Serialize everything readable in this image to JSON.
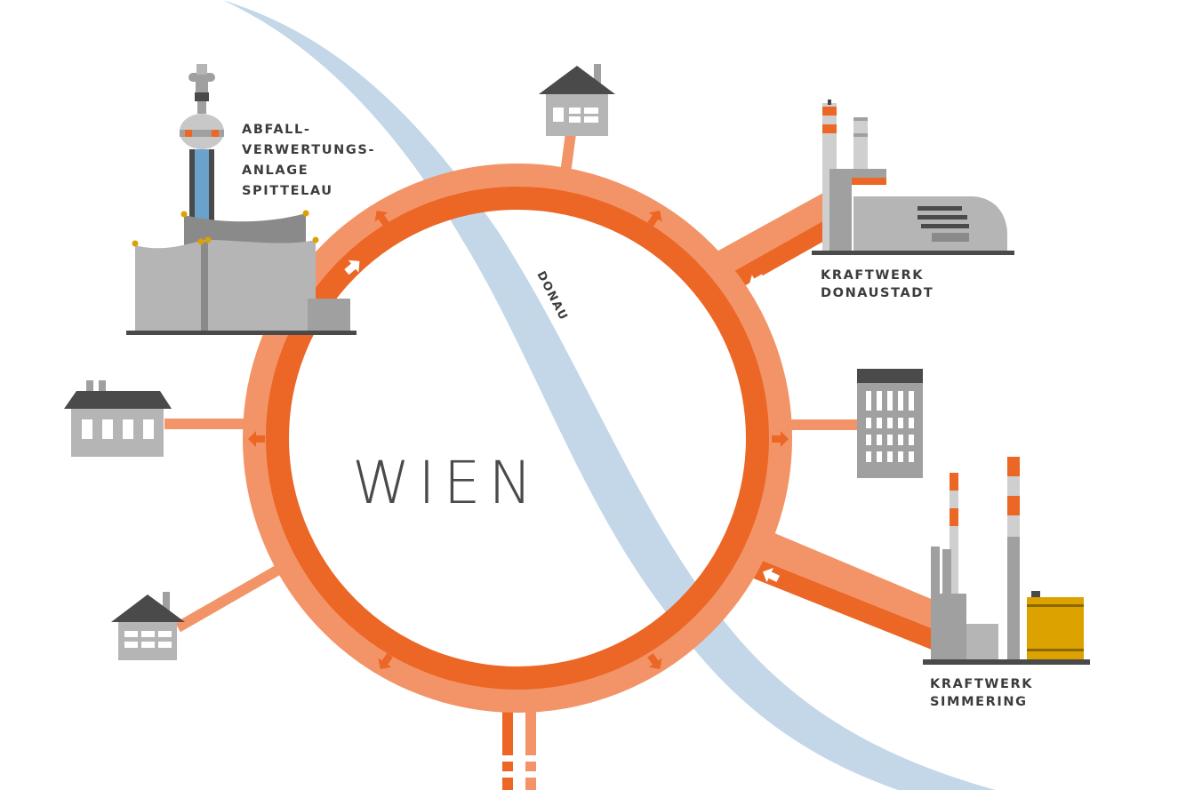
{
  "title": "WIEN",
  "river": {
    "label": "DONAU"
  },
  "plants": {
    "spittelau": {
      "lines": [
        "ABFALL-",
        "VERWERTUNGS-",
        "ANLAGE",
        "SPITTELAU"
      ]
    },
    "donaustadt": {
      "lines": [
        "KRAFTWERK",
        "DONAUSTADT"
      ]
    },
    "simmering": {
      "lines": [
        "KRAFTWERK",
        "SIMMERING"
      ]
    }
  },
  "colors": {
    "ring_inner": "#ec6625",
    "ring_outer": "#f29468",
    "river": "#c3d7e8",
    "building_light": "#b5b5b5",
    "building_mid": "#a0a0a0",
    "roof": "#4a4a4a",
    "tank": "#dba200",
    "text": "#3c3c3c"
  },
  "icons": [
    "house-icon",
    "apartment-building-icon",
    "office-tower-icon",
    "waste-incineration-plant-icon",
    "power-plant-icon",
    "arrow-icon"
  ]
}
